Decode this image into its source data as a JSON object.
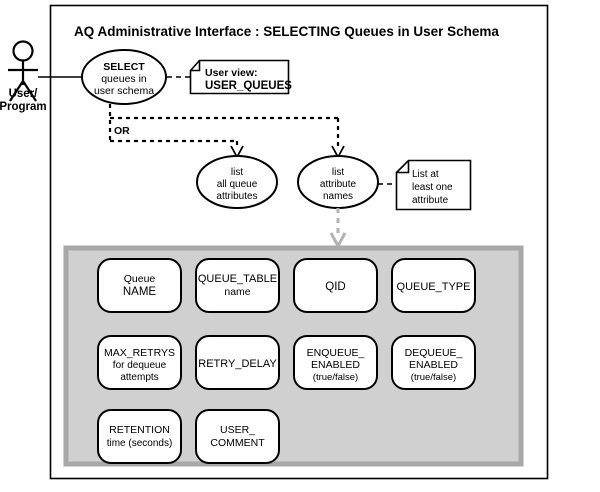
{
  "diagram": {
    "title": "AQ Administrative Interface :  SELECTING Queues in User Schema",
    "actor": {
      "name": "actor-user-program",
      "label_line1": "User/",
      "label_line2": "Program"
    },
    "usecases": [
      {
        "id": "select-queues",
        "lines": [
          "SELECT",
          "queues in",
          "user schema"
        ]
      },
      {
        "id": "list-all-queue-attributes",
        "lines": [
          "list",
          "all queue",
          "attributes"
        ]
      },
      {
        "id": "list-attribute-names",
        "lines": [
          "list",
          "attribute",
          "names"
        ]
      }
    ],
    "notes": [
      {
        "id": "note-user-view",
        "lines": [
          "User view:",
          "USER_QUEUES"
        ],
        "bold": [
          false,
          true
        ]
      },
      {
        "id": "note-list-at-least-one",
        "lines": [
          "List at",
          "least one",
          "attribute"
        ],
        "bold": [
          false,
          false,
          false
        ]
      }
    ],
    "branch_label": "OR",
    "attributes_panel": {
      "fill": "#d0d0d0",
      "border": "#a8a8a8",
      "boxes": [
        {
          "id": "queue-name",
          "lines": [
            "Queue",
            "NAME"
          ]
        },
        {
          "id": "queue-table-name",
          "lines": [
            "QUEUE_TABLE",
            "name"
          ]
        },
        {
          "id": "qid",
          "lines": [
            "QID"
          ]
        },
        {
          "id": "queue-type",
          "lines": [
            "QUEUE_TYPE"
          ]
        },
        {
          "id": "max-retrys",
          "lines": [
            "MAX_RETRYS",
            "for dequeue",
            "attempts"
          ]
        },
        {
          "id": "retry-delay",
          "lines": [
            "RETRY_DELAY"
          ]
        },
        {
          "id": "enqueue-enabled",
          "lines": [
            "ENQUEUE_",
            "ENABLED",
            "(true/false)"
          ]
        },
        {
          "id": "dequeue-enabled",
          "lines": [
            "DEQUEUE_",
            "ENABLED",
            "(true/false)"
          ]
        },
        {
          "id": "retention",
          "lines": [
            "RETENTION",
            "time (seconds)"
          ]
        },
        {
          "id": "user-comment",
          "lines": [
            "USER_",
            "COMMENT"
          ]
        }
      ]
    },
    "colors": {
      "stroke": "#000000",
      "background": "#ffffff",
      "panel_fill": "#d0d0d0",
      "panel_border": "#a8a8a8",
      "gray_arrow": "#b3b3b3"
    }
  }
}
